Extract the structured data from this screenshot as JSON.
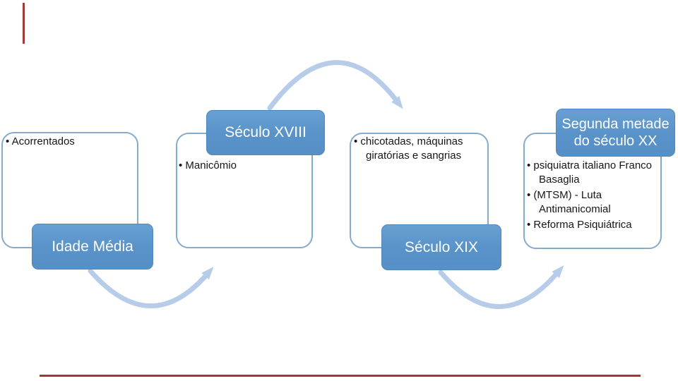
{
  "colors": {
    "background": "#ffffff",
    "label_fill": "#5892c8",
    "label_border": "#4e87ba",
    "panel_border": "#85aacb",
    "arrow": "#b7cce8",
    "body_text": "#161616",
    "label_text": "#ffffff",
    "accent_maroon": "#9e3b38"
  },
  "bullet_char": "•",
  "diagram": {
    "type": "alternating-flow-timeline",
    "stages": [
      {
        "label": "Idade Média",
        "label_position": "bottom",
        "bullets": [
          "Acorrentados"
        ]
      },
      {
        "label": "Século XVIII",
        "label_position": "top",
        "bullets": [
          "Manicômio"
        ]
      },
      {
        "label": "Século XIX",
        "label_position": "bottom",
        "bullets": [
          "chicotadas, máquinas giratórias e sangrias"
        ]
      },
      {
        "label": "Segunda metade do século XX",
        "label_position": "top",
        "bullets": [
          "psiquiatra italiano Franco Basaglia",
          "(MTSM) - Luta Antimanicomial",
          "Reforma Psiquiátrica"
        ]
      }
    ]
  }
}
